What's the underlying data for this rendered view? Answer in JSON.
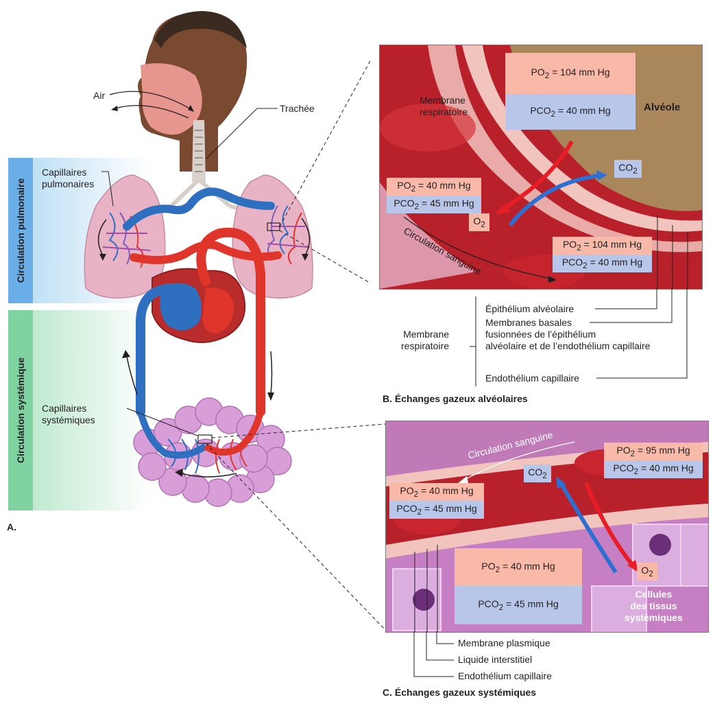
{
  "figure": {
    "panel_a_letter": "A.",
    "panel_b_caption": "B. Échanges gazeux alvéolaires",
    "panel_c_caption": "C. Échanges gazeux systémiques"
  },
  "panel_a": {
    "sidebar_pulmonary": "Circulation pulmonaire",
    "sidebar_systemic": "Circulation systémique",
    "air": "Air",
    "trachea": "Trachée",
    "pulm_capillaries_1": "Capillaires",
    "pulm_capillaries_2": "pulmonaires",
    "syst_capillaries_1": "Capillaires",
    "syst_capillaries_2": "systémiques",
    "colors": {
      "pulmonary_bar": "#6aaee8",
      "systemic_bar": "#7fd3a0",
      "artery": "#e0352b",
      "vein": "#2f6fc0"
    }
  },
  "panel_b": {
    "alveolus_po2": "104 mm Hg",
    "alveolus_pco2": "40 mm Hg",
    "alveolus_label": "Alvéole",
    "membrane_1": "Membrane",
    "membrane_2": "respiratoire",
    "co2": "CO",
    "o2": "O",
    "venous_po2": "40 mm Hg",
    "venous_pco2": "45 mm Hg",
    "flow_label": "Circulation sanguine",
    "arterial_po2": "104 mm Hg",
    "arterial_pco2": "40 mm Hg",
    "legend_epithelium": "Épithélium alvéolaire",
    "legend_basal_1": "Membranes basales",
    "legend_basal_2": "fusionnées de l’épithélium",
    "legend_basal_3": "alvéolaire et de l’endothélium capillaire",
    "legend_endothelium": "Endothélium capillaire",
    "legend_membrane_1": "Membrane",
    "legend_membrane_2": "respiratoire"
  },
  "panel_c": {
    "flow_label": "Circulation sanguine",
    "arterial_po2": "95 mm Hg",
    "arterial_pco2": "40 mm Hg",
    "co2": "CO",
    "venous_po2": "40 mm Hg",
    "venous_pco2": "45 mm Hg",
    "tissue_po2": "40 mm Hg",
    "tissue_pco2": "45 mm Hg",
    "o2": "O",
    "cells_1": "Cellules",
    "cells_2": "des tissus",
    "cells_3": "systémiques",
    "legend_plasma": "Membrane plasmique",
    "legend_interstitial": "Liquide interstitiel",
    "legend_endothelium": "Endothélium capillaire"
  },
  "formula": {
    "po": "PO",
    "pco": "PCO",
    "sub2": "2",
    "eq": " = "
  }
}
